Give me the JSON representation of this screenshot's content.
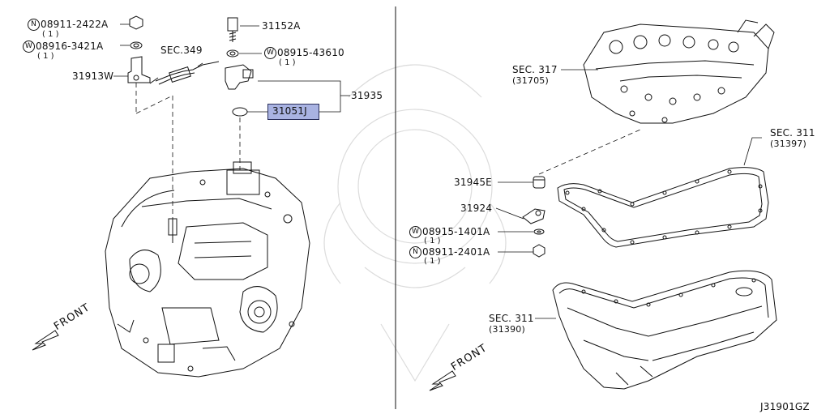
{
  "diagram_code": "J31901GZ",
  "front_label": "FRONT",
  "parts": {
    "p_08911_2422A": {
      "prefix": "N",
      "number": "08911-2422A",
      "qty": "( 1 )"
    },
    "p_08916_3421A": {
      "prefix": "W",
      "number": "08916-3421A",
      "qty": "( 1 )"
    },
    "p_sec349": {
      "number": "SEC.349"
    },
    "p_31913W": {
      "number": "31913W"
    },
    "p_31152A": {
      "number": "31152A"
    },
    "p_08915_43610": {
      "prefix": "W",
      "number": "08915-43610",
      "qty": "( 1 )"
    },
    "p_31935": {
      "number": "31935"
    },
    "p_31051J": {
      "number": "31051J"
    },
    "p_sec317": {
      "number": "SEC. 317",
      "sub": "(31705)"
    },
    "p_sec311_top": {
      "number": "SEC. 311",
      "sub": "(31397)"
    },
    "p_31945E": {
      "number": "31945E"
    },
    "p_31924": {
      "number": "31924"
    },
    "p_08915_1401A": {
      "prefix": "W",
      "number": "08915-1401A",
      "qty": "( 1 )"
    },
    "p_08911_2401A": {
      "prefix": "N",
      "number": "08911-2401A",
      "qty": "( 1 )"
    },
    "p_sec311_pan": {
      "number": "SEC. 311",
      "sub": "(31390)"
    }
  },
  "colors": {
    "line": "#111111",
    "highlight": "#a9b3e2",
    "watermark": "#d8d8d8"
  }
}
